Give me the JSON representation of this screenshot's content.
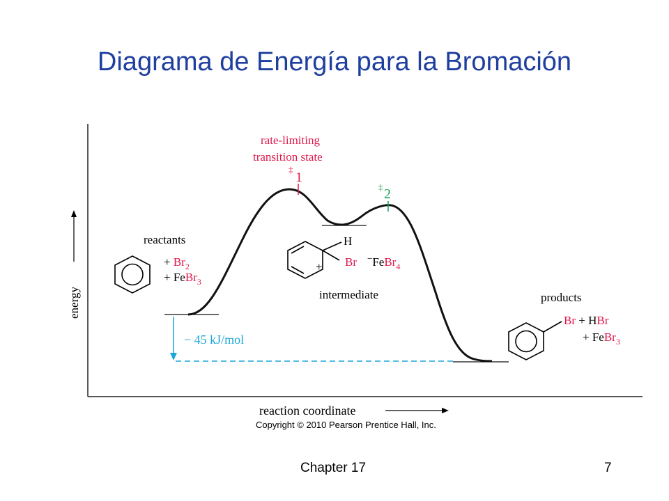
{
  "slide": {
    "title": "Diagrama de Energía para la Bromación",
    "copyright": "Copyright © 2010 Pearson Prentice Hall, Inc.",
    "footer_left": "Chapter 17",
    "footer_right": "7"
  },
  "diagram": {
    "y_axis_label": "energy",
    "x_axis_label": "reaction coordinate",
    "rate_limiting_line1": "rate-limiting",
    "rate_limiting_line2": "transition state",
    "ts1_symbol": "‡",
    "ts1_number": "1",
    "ts2_symbol": "‡",
    "ts2_number": "2",
    "reactants_label": "reactants",
    "reactant_plus_1": "+ ",
    "reactant_br": "Br",
    "reactant_br_sub": "2",
    "reactant_plus_2": "+ Fe",
    "reactant_febr": "Br",
    "reactant_febr_sub": "3",
    "intermediate_h": "H",
    "intermediate_br": "Br",
    "intermediate_plus": "+",
    "intermediate_counter_minus": "−",
    "intermediate_fe": "Fe",
    "intermediate_febr": "Br",
    "intermediate_febr_sub": "4",
    "intermediate_label": "intermediate",
    "products_label": "products",
    "product_br": "Br",
    "product_plus_h": " + H",
    "product_hbr": "Br",
    "product_plus_fe": "+ Fe",
    "product_febr": "Br",
    "product_febr_sub": "3",
    "delta_h_label": "− 45 kJ/mol",
    "colors": {
      "title": "#1f3f9e",
      "red": "#e0184a",
      "green": "#19a05a",
      "cyan": "#1ba6d8",
      "curve": "#111111"
    }
  }
}
